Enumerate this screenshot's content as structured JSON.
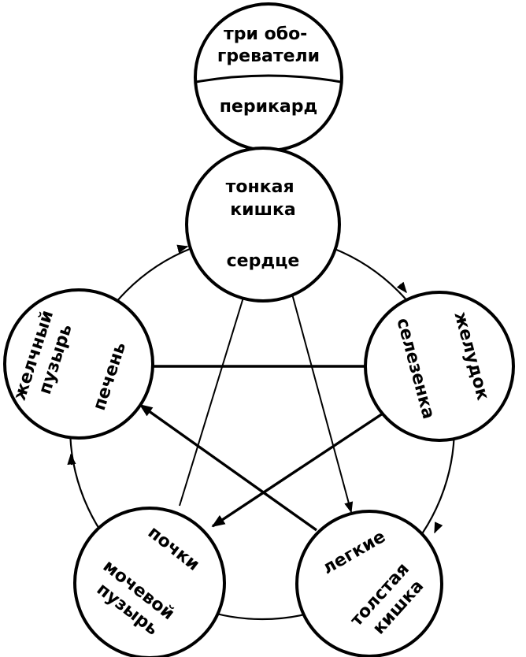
{
  "nodes": {
    "pericardium": {
      "yang": [
        "три обо-",
        "греватели"
      ],
      "yin": [
        "перикард"
      ]
    },
    "fire": {
      "yang": [
        "тонкая",
        "кишка"
      ],
      "yin": [
        "сердце"
      ]
    },
    "earth": {
      "yang": [
        "желудок"
      ],
      "yin": [
        "селезенка"
      ]
    },
    "metal": {
      "yang": [
        "толстая",
        "кишка"
      ],
      "yin": [
        "легкие"
      ]
    },
    "water": {
      "yang": [
        "мочевой",
        "пузырь"
      ],
      "yin": [
        "почки"
      ]
    },
    "wood": {
      "yang": [
        "желчный",
        "пузырь"
      ],
      "yin": [
        "печень"
      ]
    }
  },
  "colors": {
    "ink": "#000000",
    "paper": "#ffffff"
  }
}
